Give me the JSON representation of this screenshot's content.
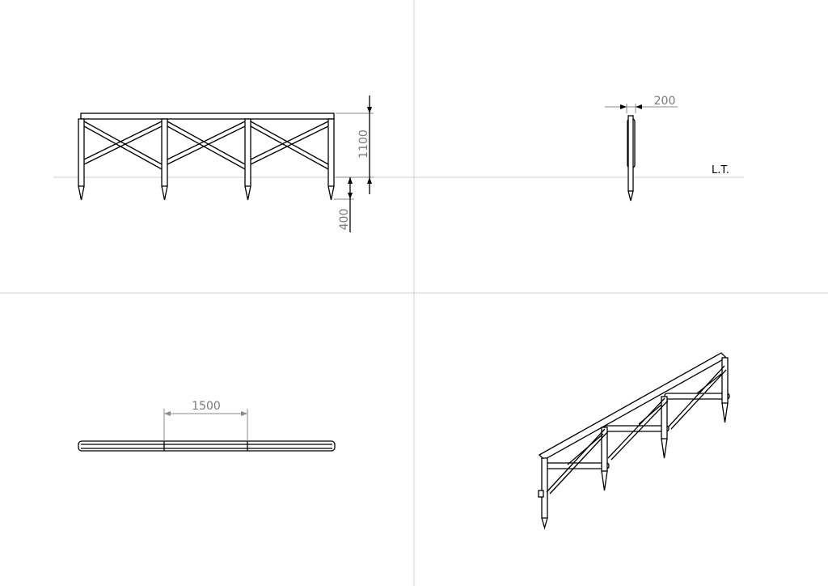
{
  "views": {
    "front": {
      "height_dim": "1100",
      "depth_dim": "400"
    },
    "side": {
      "width_dim": "200",
      "ground_label": "L.T."
    },
    "top": {
      "span_dim": "1500"
    }
  }
}
